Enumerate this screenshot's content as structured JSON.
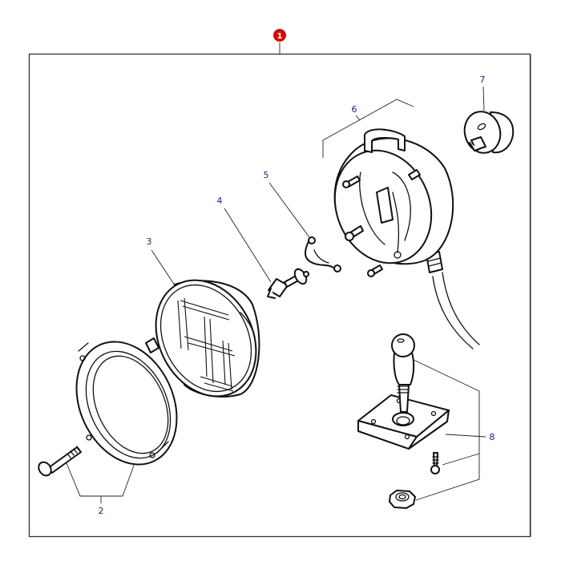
{
  "diagram": {
    "title_badge": "1",
    "colors": {
      "badge": "#d10a0a",
      "label": "#1c1c8c",
      "line": "#111111"
    },
    "callouts": [
      {
        "id": "2",
        "label": "2",
        "part": "headlamp rim ring and fixing screw"
      },
      {
        "id": "3",
        "label": "3",
        "part": "light unit / lens"
      },
      {
        "id": "4",
        "label": "4",
        "part": "bulb"
      },
      {
        "id": "5",
        "label": "5",
        "part": "bulb retaining clip"
      },
      {
        "id": "6",
        "label": "6",
        "part": "lamp body with cable"
      },
      {
        "id": "7",
        "label": "7",
        "part": "bulb holder / connector"
      },
      {
        "id": "8",
        "label": "8",
        "part": "mounting bracket with ball stud, screw and nut"
      }
    ]
  }
}
